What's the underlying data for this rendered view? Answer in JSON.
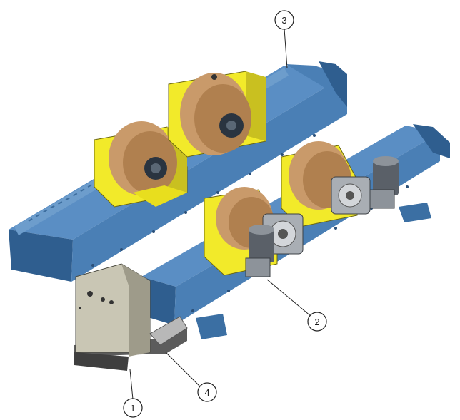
{
  "callouts": [
    {
      "id": "callout-1",
      "label": "1"
    },
    {
      "id": "callout-2",
      "label": "2"
    },
    {
      "id": "callout-3",
      "label": "3"
    },
    {
      "id": "callout-4",
      "label": "4"
    }
  ],
  "colors": {
    "frame_blue": "#4a7fb5",
    "frame_blue_dark": "#2f5e8f",
    "frame_blue_light": "#6d9dcc",
    "housing_yellow": "#f2ea2a",
    "housing_yellow_dark": "#c9c020",
    "wheel_tan": "#c99a6a",
    "wheel_dark": "#8a5a35",
    "motor_gray": "#8d939a",
    "motor_dark": "#3c4045",
    "cabinet_beige": "#c9c6b4",
    "cabinet_shade": "#9e9b8a"
  }
}
